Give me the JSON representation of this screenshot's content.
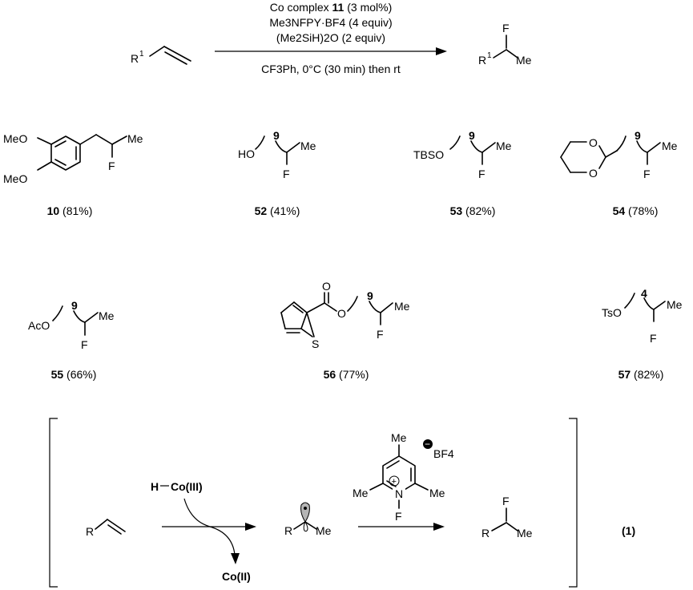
{
  "reaction": {
    "reactant_label": "R",
    "reactant_sup": "1",
    "conditions_line1_pre": "Co complex ",
    "conditions_line1_num": "11",
    "conditions_line1_post": " (3 mol%)",
    "conditions_line2": "Me3NFPY·BF4 (4 equiv)",
    "conditions_line3": "(Me2SiH)2O (2 equiv)",
    "conditions_line4": "CF3Ph, 0°C (30 min) then rt",
    "product_F": "F",
    "product_R": "R",
    "product_sup": "1",
    "product_Me": "Me"
  },
  "compounds": [
    {
      "id": "10",
      "yield": "(81%)",
      "labels": {
        "meo1": "MeO",
        "meo2": "MeO",
        "me": "Me",
        "f": "F"
      }
    },
    {
      "id": "52",
      "yield": "(41%)",
      "labels": {
        "ho": "HO",
        "n": "9",
        "me": "Me",
        "f": "F"
      }
    },
    {
      "id": "53",
      "yield": "(82%)",
      "labels": {
        "tbso": "TBSO",
        "n": "9",
        "me": "Me",
        "f": "F"
      }
    },
    {
      "id": "54",
      "yield": "(78%)",
      "labels": {
        "o1": "O",
        "o2": "O",
        "n": "9",
        "me": "Me",
        "f": "F"
      }
    },
    {
      "id": "55",
      "yield": "(66%)",
      "labels": {
        "aco": "AcO",
        "n": "9",
        "me": "Me",
        "f": "F"
      }
    },
    {
      "id": "56",
      "yield": "(77%)",
      "labels": {
        "o_carbonyl": "O",
        "o_ester": "O",
        "s": "S",
        "n": "9",
        "me": "Me",
        "f": "F"
      }
    },
    {
      "id": "57",
      "yield": "(82%)",
      "labels": {
        "tso": "TsO",
        "n": "4",
        "me": "Me",
        "f": "F"
      }
    }
  ],
  "mechanism": {
    "r1": "R",
    "hco": "H",
    "co3": "Co(III)",
    "co2": "Co(II)",
    "radical_R": "R",
    "radical_Me": "Me",
    "py_me_top": "Me",
    "py_me_left": "Me",
    "py_me_right": "Me",
    "py_n": "N",
    "py_f": "F",
    "py_plus": "+",
    "bf4_minus": "−",
    "bf4": "BF4",
    "prod_F": "F",
    "prod_R": "R",
    "prod_Me": "Me",
    "eq_label": "(1)"
  }
}
